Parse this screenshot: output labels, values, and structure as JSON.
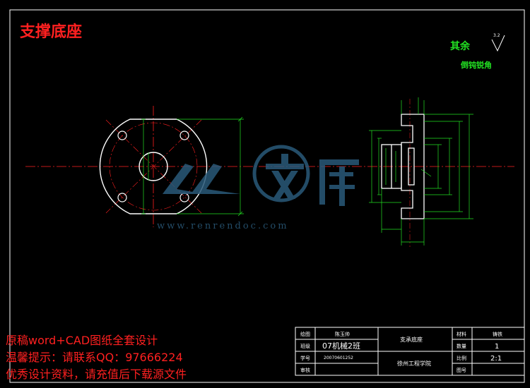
{
  "drawing": {
    "title": "支撑底座",
    "roughness_note": {
      "label": "其余",
      "value": "3.2",
      "chamfer_note": "倒钝锐角"
    }
  },
  "watermark": {
    "logo_text": "人人文库",
    "url": "www.renrendoc.com"
  },
  "promo_lines": [
    "原稿word+CAD图纸全套设计",
    "温馨提示：请联系QQ：97666224",
    "优秀设计资料，请充值后下载源文件"
  ],
  "title_block": {
    "rows": [
      {
        "label": "绘图",
        "value": "陈玉帅"
      },
      {
        "label": "班级",
        "value": "07机械2班"
      },
      {
        "label": "学号",
        "value": "20070601252"
      },
      {
        "label": "审核",
        "value": ""
      }
    ],
    "part_name": "支承底座",
    "school": "徐州工程学院",
    "props": [
      {
        "label": "材料",
        "value": "铸铁"
      },
      {
        "label": "数量",
        "value": "1"
      },
      {
        "label": "比例",
        "value": "2:1"
      },
      {
        "label": "图号",
        "value": ""
      }
    ]
  },
  "colors": {
    "outline": "#ffffff",
    "centerline": "#ff2020",
    "dimension": "#22e022",
    "watermark": "#2a5a7a"
  }
}
